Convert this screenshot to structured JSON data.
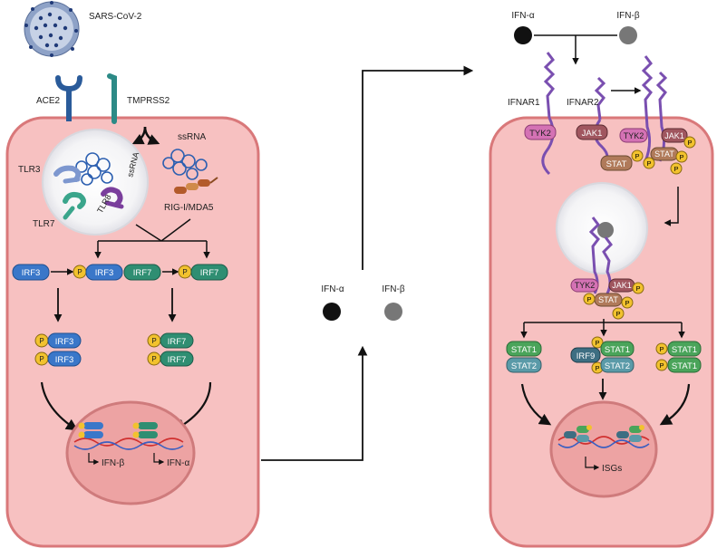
{
  "virus": {
    "label": "SARS-CoV-2"
  },
  "receptors": {
    "ace2": "ACE2",
    "tmprss2": "TMPRSS2"
  },
  "endosome": {
    "ssrna_outside": "ssRNA",
    "ssrna_inside": "ssRNA",
    "tlr3": "TLR3",
    "tlr7": "TLR7",
    "tlr8": "TLR8",
    "rig": "RIG-I/MDA5"
  },
  "irf": {
    "irf3": "IRF3",
    "irf7": "IRF7",
    "p": "P"
  },
  "nucleus_left": {
    "ifn_beta": "IFN-β",
    "ifn_alpha": "IFN-α"
  },
  "secreted": {
    "ifn_alpha": "IFN-α",
    "ifn_beta": "IFN-β"
  },
  "right_top": {
    "ifn_alpha": "IFN-α",
    "ifn_beta": "IFN-β"
  },
  "receptor_labels": {
    "ifnar1": "IFNAR1",
    "ifnar2": "IFNAR2"
  },
  "kinases": {
    "tyk2": "TYK2",
    "jak1": "JAK1",
    "stat": "STAT"
  },
  "complexes": {
    "stat1": "STAT1",
    "stat2": "STAT2",
    "irf9": "IRF9"
  },
  "nucleus_right": {
    "isgs": "ISGs"
  },
  "colors": {
    "cell_fill": "#f7c1c1",
    "cell_stroke": "#d9787a",
    "nucleus_fill": "#eda3a3",
    "nucleus_stroke": "#cf7b7c",
    "irf3": "#3a77c9",
    "irf7": "#2f8e72",
    "phospho": "#f2c22e",
    "tyk2": "#d472b4",
    "jak1": "#a0565f",
    "stat": "#b07a5a",
    "stat1": "#4aa45a",
    "stat2": "#5a9aa8",
    "irf9": "#3d6e82",
    "receptor": "#7a4fb0",
    "ace2": "#2a5b9a",
    "tmprss2": "#2c8a86",
    "ifn_alpha": "#111111",
    "ifn_beta": "#777777"
  }
}
